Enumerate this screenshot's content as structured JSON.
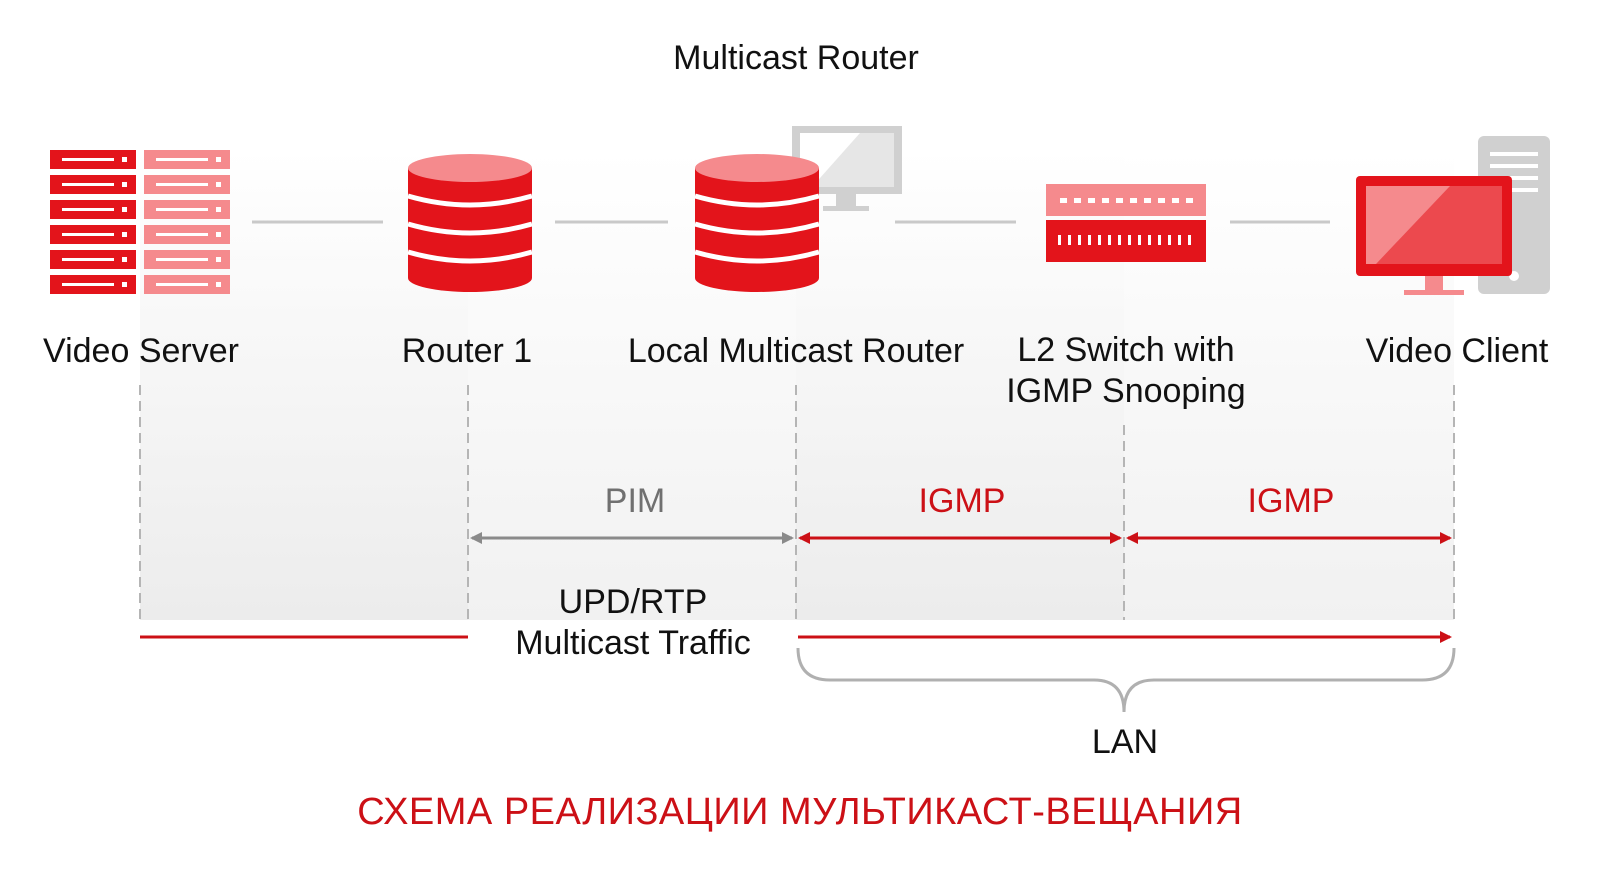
{
  "title": "Multicast Router",
  "nodes": [
    {
      "id": "video-server",
      "label": "Video Server"
    },
    {
      "id": "router-1",
      "label": "Router 1"
    },
    {
      "id": "local-multicast-router",
      "label": "Local Multicast Router"
    },
    {
      "id": "l2-switch",
      "label_line1": "L2 Switch with",
      "label_line2": "IGMP Snooping"
    },
    {
      "id": "video-client",
      "label": "Video Client"
    }
  ],
  "protocols": {
    "pim": "PIM",
    "igmp_1": "IGMP",
    "igmp_2": "IGMP"
  },
  "traffic": {
    "line1": "UPD/RTP",
    "line2": "Multicast Traffic"
  },
  "lan": "LAN",
  "caption": "СХЕМА РЕАЛИЗАЦИИ МУЛЬТИКАСТ-ВЕЩАНИЯ",
  "colors": {
    "accent_red": "#e3141b",
    "light_red": "#f58a8d",
    "grey_arrow": "#8a8a8a",
    "dashed": "#b5b5b5",
    "caption_red": "#cc1016"
  },
  "icons": [
    "server-rack-icon",
    "router-icon",
    "desktop-monitor-icon",
    "network-switch-icon",
    "pc-tower-icon"
  ]
}
